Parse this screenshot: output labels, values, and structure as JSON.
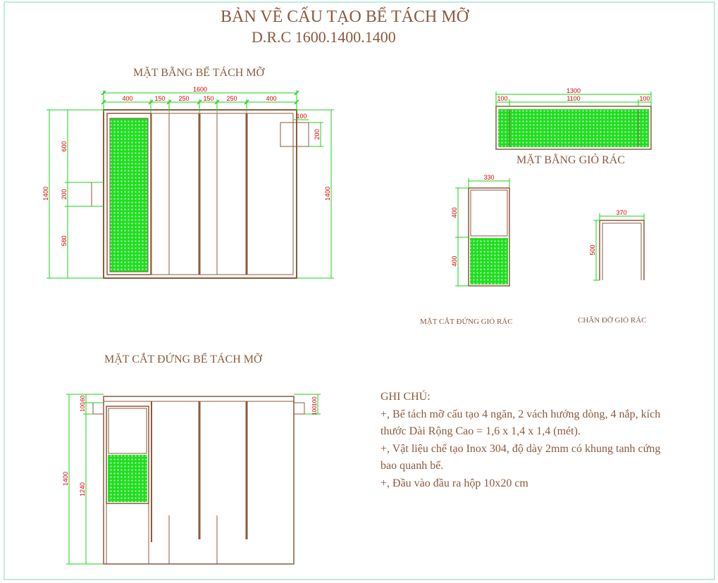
{
  "title": "BẢN VẼ CẤU TẠO BỂ TÁCH MỠ",
  "model": "D.R.C 1600.1400.1400",
  "views": {
    "plan_tank": "MẶT BẰNG BỂ TÁCH MỠ",
    "plan_basket": "MẶT BẰNG GIỎ RÁC",
    "section_basket": "MẶT CẮT ĐỨNG GIỎ RÁC",
    "basket_stand": "CHÂN ĐỠ GIỎ RÁC",
    "section_tank": "MẶT CẮT ĐỨNG BỂ TÁCH MỠ"
  },
  "dims": {
    "plan_total_width": "1600",
    "plan_seg_1": "400",
    "plan_seg_2": "150",
    "plan_seg_3": "250",
    "plan_seg_4": "150",
    "plan_seg_5": "250",
    "plan_seg_6": "400",
    "plan_left_top": "600",
    "plan_left_mid": "200",
    "plan_left_bottom": "580",
    "plan_left_total": "1400",
    "plan_right_total": "1400",
    "plan_outlet_w": "100",
    "plan_outlet_h": "200",
    "basket_total": "1300",
    "basket_left": "100",
    "basket_mid": "1100",
    "basket_right": "100",
    "section_basket_width": "330",
    "section_basket_top": "400",
    "section_basket_bottom": "400",
    "stand_width": "370",
    "stand_height": "500",
    "section_total": "1400",
    "section_inner": "1240",
    "section_top_a": "100",
    "section_top_b": "60",
    "section_right_a": "100",
    "section_right_b": "100"
  },
  "notes": {
    "heading": "GHI CHÚ:",
    "line1": "+, Bể tách mỡ cấu tạo 4 ngăn, 2 vách hướng dòng, 4 nắp, kích thước Dài Rộng Cao = 1,6 x 1,4 x 1,4 (mét).",
    "line2": "+, Vật liệu chế tạo Inox 304, độ dày 2mm có khung tanh cứng bao quanh bể.",
    "line3": "+, Đầu vào đầu ra hộp 10x20 cm"
  },
  "colors": {
    "structure": "#8b5a3c",
    "dimension_line": "#19d319",
    "dimension_text": "#e00000",
    "mesh_fill": "#22dd22",
    "border": "#7fd9c0"
  }
}
